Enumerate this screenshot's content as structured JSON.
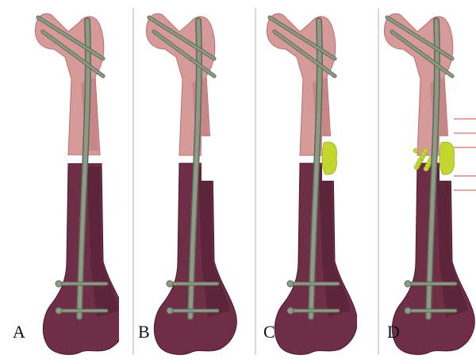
{
  "figure": {
    "panels": [
      {
        "id": "A",
        "label": "A",
        "variant": "fracture-gap"
      },
      {
        "id": "B",
        "label": "B",
        "variant": "step-cut"
      },
      {
        "id": "C",
        "label": "C",
        "variant": "graft"
      },
      {
        "id": "D",
        "label": "D",
        "variant": "graft-plate"
      }
    ]
  },
  "colors": {
    "proximal_bone": "#d69a99",
    "proximal_bone_shade": "#b87070",
    "distal_bone": "#6e2e45",
    "distal_bone_shade": "#4a1c2f",
    "nail": "#8e9986",
    "nail_edge": "#5e6a58",
    "graft": "#c2d62e",
    "plate": "#e5a6a3",
    "divider": "#d9d9d9"
  }
}
